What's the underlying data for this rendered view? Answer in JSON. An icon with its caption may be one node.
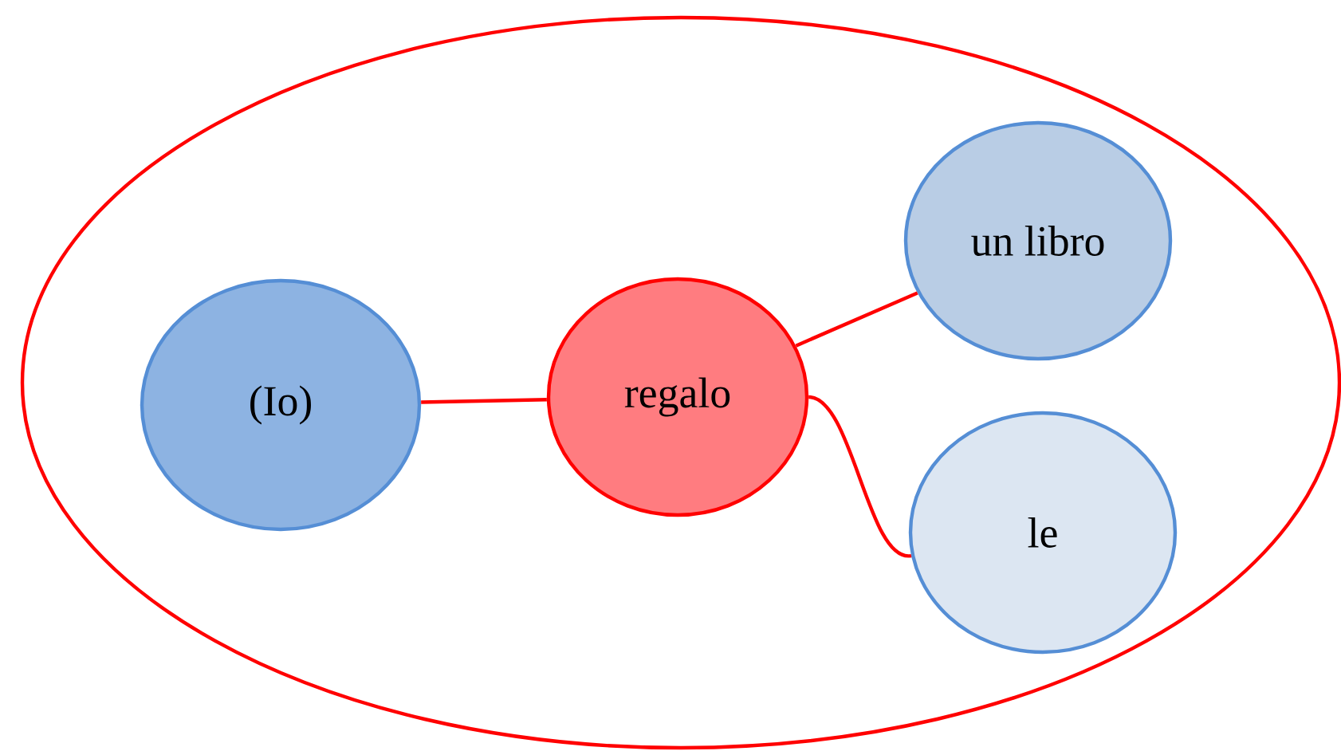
{
  "diagram": {
    "nodes": [
      {
        "text": [],
        "shape": "ellipse"
      },
      {
        "text": [
          "(Io)"
        ],
        "in": 0
      },
      {
        "text": [
          "regalo"
        ],
        "in": 0
      },
      {
        "text": [
          "un libro"
        ],
        "in": 0
      },
      {
        "text": [
          "le"
        ],
        "in": 0
      }
    ],
    "edges": [
      {
        "from": 1,
        "to": 2,
        "arrow": "none"
      },
      {
        "from": 2,
        "to": 3,
        "arrow": "none"
      },
      {
        "from": 2,
        "to": 4,
        "arrow": "none"
      }
    ]
  }
}
